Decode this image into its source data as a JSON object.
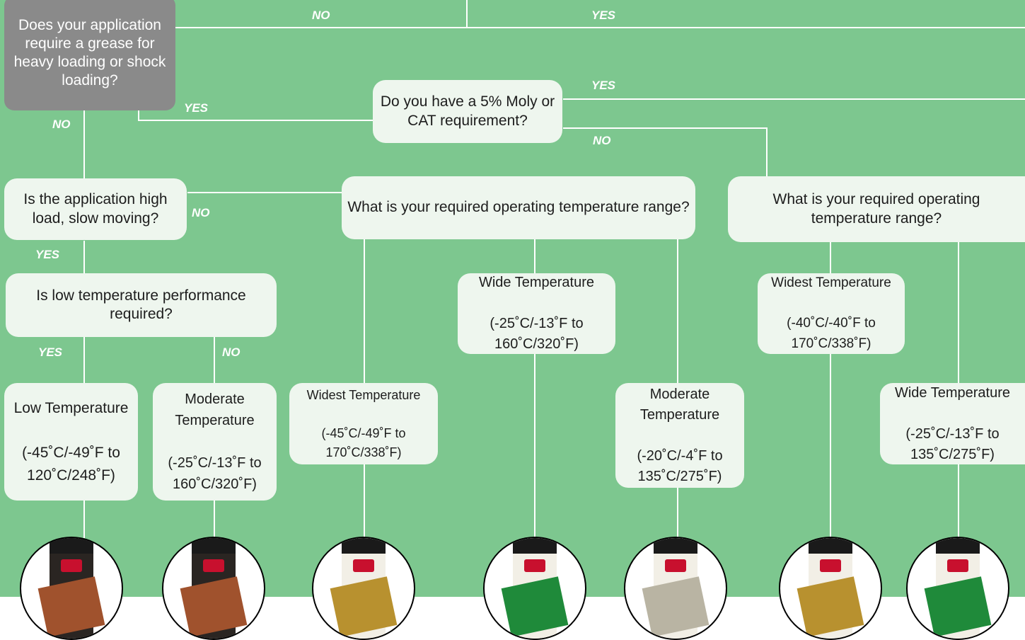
{
  "colors": {
    "background": "#7dc78f",
    "box": "#eef6ee",
    "question_box_primary": "#8a8a8a",
    "connector": "#ffffff",
    "label": "#ffffff"
  },
  "questions": {
    "heavy_loading": "Does your application require a grease for heavy loading or shock loading?",
    "moly_cat": "Do you have a 5% Moly or CAT requirement?",
    "high_load_slow": "Is the application high load, slow moving?",
    "low_temp": "Is low temperature performance required?",
    "op_temp_center": "What is your required operating temperature range?",
    "op_temp_right": "What is your required operating temperature range?"
  },
  "labels": {
    "top_no": "NO",
    "top_yes": "YES",
    "heavy_yes": "YES",
    "heavy_no": "NO",
    "moly_yes": "YES",
    "moly_no": "NO",
    "slow_no": "NO",
    "slow_yes": "YES",
    "lowtemp_yes": "YES",
    "lowtemp_no": "NO"
  },
  "outcomes": [
    {
      "title": "Low Temperature",
      "range": "(-45˚C/-49˚F to 120˚C/248˚F)"
    },
    {
      "title": "Moderate Temperature",
      "range": "(-25˚C/-13˚F to 160˚C/320˚F)"
    },
    {
      "title": "Widest Temperature",
      "range": "(-45˚C/-49˚F to 170˚C/338˚F)"
    },
    {
      "title": "Wide Temperature",
      "range": "(-25˚C/-13˚F to 160˚C/320˚F)"
    },
    {
      "title": "Moderate Temperature",
      "range": "(-20˚C/-4˚F to 135˚C/275˚F)"
    },
    {
      "title": "Widest Temperature",
      "range": "(-40˚C/-40˚F to 170˚C/338˚F)"
    },
    {
      "title": "Wide Temperature",
      "range": "(-25˚C/-13˚F to 135˚C/275˚F)"
    }
  ],
  "products": [
    {
      "icon": "grease-tube-black-icon"
    },
    {
      "icon": "grease-tube-black-icon"
    },
    {
      "icon": "grease-tube-gold-icon"
    },
    {
      "icon": "grease-tube-green-icon"
    },
    {
      "icon": "grease-tube-grey-icon"
    },
    {
      "icon": "grease-tube-gold-icon"
    },
    {
      "icon": "grease-tube-green-icon"
    }
  ]
}
